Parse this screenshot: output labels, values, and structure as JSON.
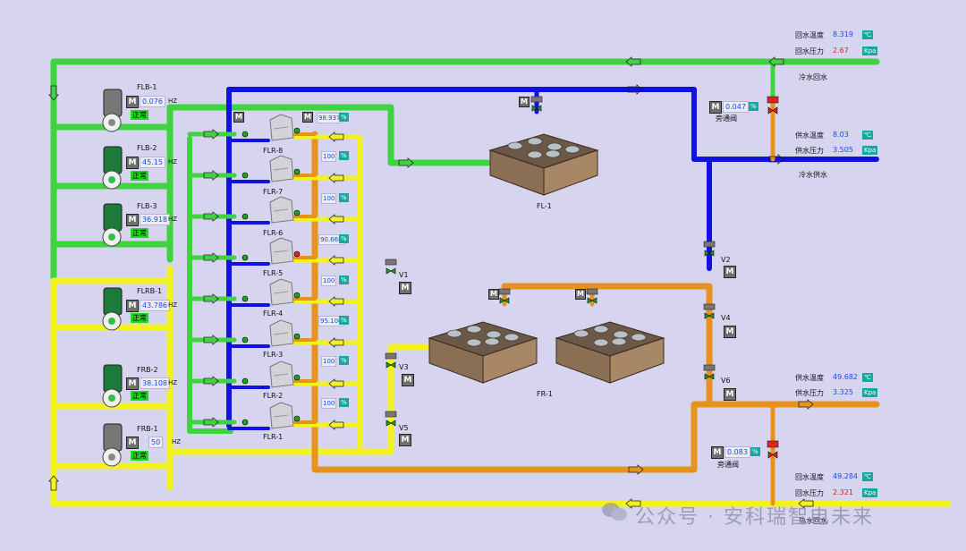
{
  "pumps": [
    {
      "name": "FLB-1",
      "value": "0.076",
      "unit": "HZ",
      "status": "正常"
    },
    {
      "name": "FLB-2",
      "value": "45.15",
      "unit": "HZ",
      "status": "正常"
    },
    {
      "name": "FLB-3",
      "value": "36.918",
      "unit": "HZ",
      "status": "正常"
    },
    {
      "name": "FLRB-1",
      "value": "43.786",
      "unit": "HZ",
      "status": "正常"
    },
    {
      "name": "FRB-2",
      "value": "38.108",
      "unit": "HZ",
      "status": "正常"
    },
    {
      "name": "FRB-1",
      "value": "50",
      "unit": "HZ",
      "status": "正常"
    }
  ],
  "flr_units": [
    {
      "name": "FLR-8",
      "valve_pct": "98.937"
    },
    {
      "name": "FLR-7",
      "valve_pct": "100"
    },
    {
      "name": "FLR-6",
      "valve_pct": "100"
    },
    {
      "name": "FLR-5",
      "valve_pct": "90.668"
    },
    {
      "name": "FLR-4",
      "valve_pct": "100"
    },
    {
      "name": "FLR-3",
      "valve_pct": "95.106"
    },
    {
      "name": "FLR-2",
      "valve_pct": "100"
    },
    {
      "name": "FLR-1",
      "valve_pct": "100"
    }
  ],
  "pct_unit": "%",
  "m_label": "M",
  "chillers": {
    "fl": "FL-1",
    "fr": "FR-1"
  },
  "valves": [
    "V1",
    "V3",
    "V5",
    "V2",
    "V4",
    "V6"
  ],
  "bypass": {
    "top": {
      "value": "0.047",
      "label": "旁通阀"
    },
    "bottom": {
      "value": "0.083",
      "label": "旁通阀"
    }
  },
  "cold_return": {
    "temp_label": "回水温度",
    "temp": "8.319",
    "temp_unit": "℃",
    "press_label": "回水压力",
    "press": "2.67",
    "press_unit": "Kpa",
    "title": "冷水回水"
  },
  "cold_supply": {
    "temp_label": "供水温度",
    "temp": "8.03",
    "temp_unit": "℃",
    "press_label": "供水压力",
    "press": "3.505",
    "press_unit": "Kpa",
    "title": "冷水供水"
  },
  "hot_supply": {
    "temp_label": "供水温度",
    "temp": "49.682",
    "temp_unit": "℃",
    "press_label": "供水压力",
    "press": "3.325",
    "press_unit": "Kpa"
  },
  "hot_return": {
    "temp_label": "回水温度",
    "temp": "49.284",
    "temp_unit": "℃",
    "press_label": "回水压力",
    "press": "2.321",
    "press_unit": "Kpa",
    "title": "热水回水"
  },
  "watermark": "公众号 · 安科瑞智电未来",
  "colors": {
    "green": "#3fd43f",
    "blue": "#1212e0",
    "yellow": "#f2f21e",
    "orange": "#e8921e",
    "bg": "#d6d4ef",
    "teal": "#14a8a0"
  }
}
